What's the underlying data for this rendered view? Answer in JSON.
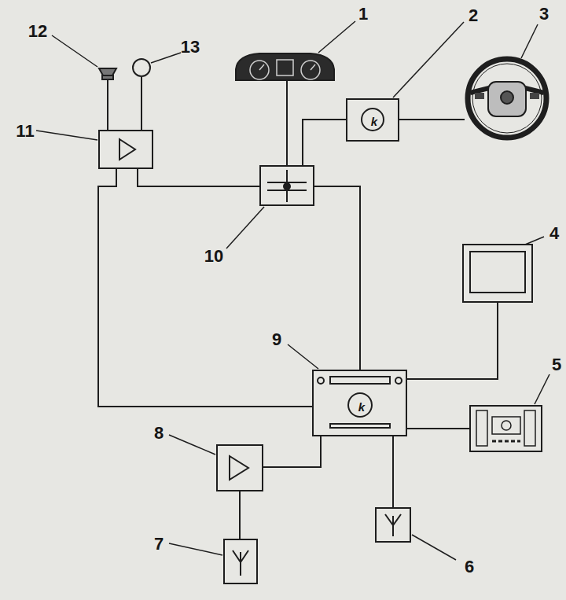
{
  "diagram": {
    "nodes": [
      {
        "text": [
          "1"
        ]
      },
      {
        "text": [
          "2",
          "k"
        ]
      },
      {
        "text": [
          "3"
        ]
      },
      {
        "text": [
          "4"
        ]
      },
      {
        "text": [
          "5"
        ]
      },
      {
        "text": [
          "6"
        ]
      },
      {
        "text": [
          "7"
        ]
      },
      {
        "text": [
          "8"
        ]
      },
      {
        "text": [
          "9",
          "k"
        ]
      },
      {
        "text": [
          "10"
        ]
      },
      {
        "text": [
          "11"
        ]
      },
      {
        "text": [
          "12"
        ]
      },
      {
        "text": [
          "13"
        ]
      }
    ],
    "edges": [
      {
        "from": 0,
        "to": 9,
        "arrow": "none"
      },
      {
        "from": 9,
        "to": 1,
        "arrow": "none"
      },
      {
        "from": 1,
        "to": 2,
        "arrow": "none"
      },
      {
        "from": 10,
        "to": 9,
        "arrow": "none"
      },
      {
        "from": 10,
        "to": 8,
        "arrow": "none"
      },
      {
        "from": 9,
        "to": 8,
        "arrow": "none"
      },
      {
        "from": 8,
        "to": 3,
        "arrow": "none"
      },
      {
        "from": 8,
        "to": 4,
        "arrow": "none"
      },
      {
        "from": 8,
        "to": 7,
        "arrow": "none"
      },
      {
        "from": 8,
        "to": 5,
        "arrow": "none"
      },
      {
        "from": 7,
        "to": 6,
        "arrow": "none"
      },
      {
        "from": 10,
        "to": 11,
        "arrow": "none"
      },
      {
        "from": 10,
        "to": 12,
        "arrow": "none"
      }
    ]
  }
}
